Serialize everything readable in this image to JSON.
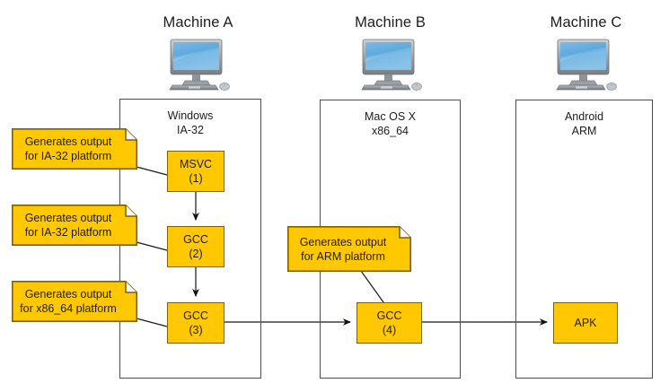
{
  "diagram": {
    "title_row": [
      {
        "label": "Machine A",
        "icon": "desktop-monitor-icon"
      },
      {
        "label": "Machine B",
        "icon": "desktop-monitor-icon"
      },
      {
        "label": "Machine C",
        "icon": "desktop-monitor-icon"
      }
    ],
    "machines": [
      {
        "id": "machine-a",
        "os": "Windows",
        "arch": "IA-32",
        "os_label": "Windows\nIA-32"
      },
      {
        "id": "machine-b",
        "os": "Mac OS X",
        "arch": "x86_64",
        "os_label": "Mac OS X\nx86_64"
      },
      {
        "id": "machine-c",
        "os": "Android",
        "arch": "ARM",
        "os_label": "Android\nARM"
      }
    ],
    "nodes": [
      {
        "id": "msvc-1",
        "name": "MSVC",
        "index": "(1)",
        "label": "MSVC\n(1)"
      },
      {
        "id": "gcc-2",
        "name": "GCC",
        "index": "(2)",
        "label": "GCC\n(2)"
      },
      {
        "id": "gcc-3",
        "name": "GCC",
        "index": "(3)",
        "label": "GCC\n(3)"
      },
      {
        "id": "gcc-4",
        "name": "GCC",
        "index": "(4)",
        "label": "GCC\n(4)"
      },
      {
        "id": "apk",
        "name": "APK",
        "index": "",
        "label": "APK"
      }
    ],
    "notes": [
      {
        "id": "note-ia32-1",
        "text": "Generates output\nfor IA-32 platform",
        "target": "msvc-1"
      },
      {
        "id": "note-ia32-2",
        "text": "Generates output\nfor IA-32 platform",
        "target": "gcc-2"
      },
      {
        "id": "note-x8664",
        "text": "Generates output\nfor x86_64 platform",
        "target": "gcc-3"
      },
      {
        "id": "note-arm",
        "text": "Generates output\nfor ARM platform",
        "target": "gcc-4"
      }
    ],
    "colors": {
      "note_fill": "#ffc800",
      "node_fill": "#ffc800",
      "node_stroke": "#806000",
      "box_stroke": "#4d4d4d",
      "arrow_stroke": "#595959",
      "text": "#1c1c1c",
      "background": "#ffffff"
    }
  }
}
